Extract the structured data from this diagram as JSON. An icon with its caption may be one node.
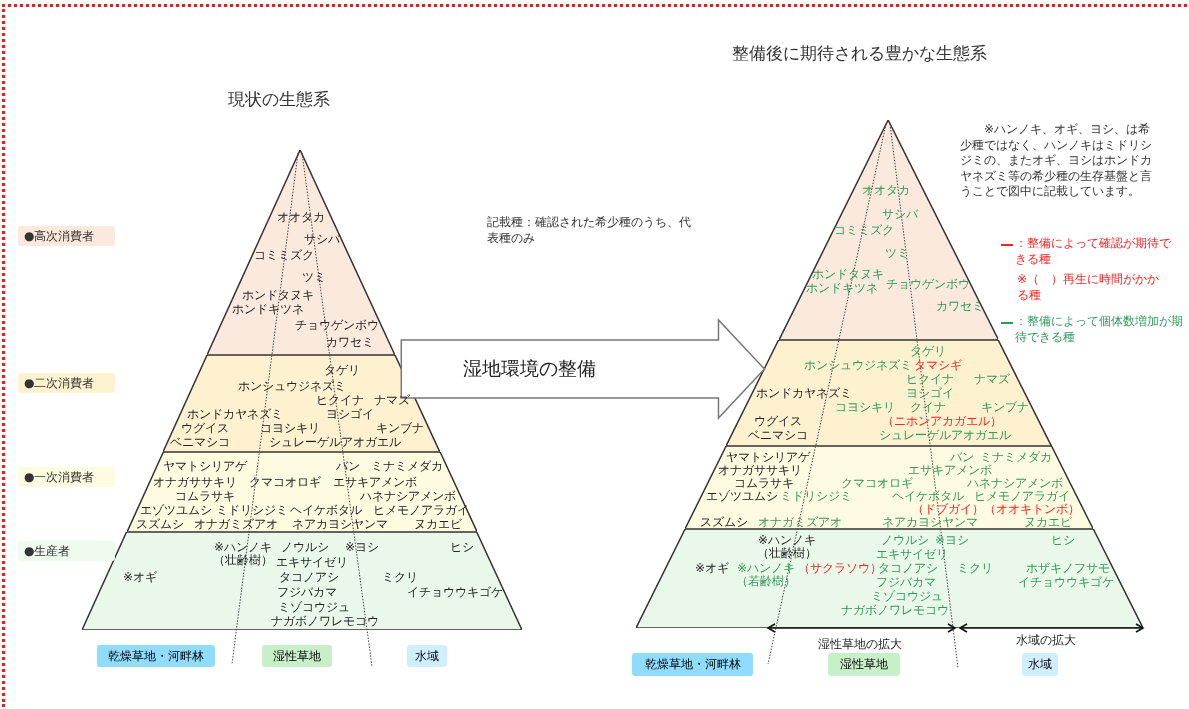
{
  "diagram": {
    "nodes": [
      {
        "text": [
          "●高次消費者"
        ]
      },
      {
        "text": [
          "●二次消費者"
        ]
      },
      {
        "text": [
          "●一次消費者"
        ]
      },
      {
        "text": [
          "●生産者"
        ]
      },
      {
        "text": [
          "オオタカ",
          "サシバ",
          "コミミズク",
          "ツミ",
          "ホンドタヌキ",
          "ホンドキツネ",
          "チョウゲンボウ",
          "カワセミ"
        ]
      },
      {
        "text": [
          "タゲリ",
          "ホンシュウジネズミ",
          "ヒクイナ",
          "ナマズ",
          "ホンドカヤネズミ",
          "ヨシゴイ",
          "ウグイス",
          "コヨシキリ",
          "キンブナ",
          "ベニマシコ",
          "シュレーゲルアオガエル"
        ]
      },
      {
        "text": [
          "ヤマトシリアゲ",
          "バン",
          "ミナミメダカ",
          "オナガササキリ",
          "クマコオロギ",
          "エサキアメンボ",
          "コムラサキ",
          "ハネナシアメンボ",
          "エゾツユムシ",
          "ミドリシジミ",
          "ヘイケボタル",
          "ヒメモノアラガイ",
          "スズムシ",
          "オナガミズアオ",
          "ネアカヨシヤンマ",
          "ヌカエビ"
        ]
      },
      {
        "text": [
          "※ハンノキ（壮齢樹）",
          "ノウルシ",
          "※ヨシ",
          "ヒシ",
          "エキサイゼリ",
          "※オギ",
          "タコノアシ",
          "ミクリ",
          "フジバカマ",
          "イチョウウキゴケ",
          "ミゾコウジュ",
          "ナガボノワレモコウ"
        ]
      },
      {
        "text": [
          "乾燥草地・河畔林"
        ]
      },
      {
        "text": [
          "湿性草地"
        ]
      },
      {
        "text": [
          "水域"
        ]
      },
      {
        "text": [
          "オオタカ",
          "サシバ",
          "コミミズク",
          "ツミ",
          "ホンドタヌキ",
          "ホンドキツネ",
          "チョウゲンボウ",
          "カワセミ"
        ]
      },
      {
        "text": [
          "タゲリ",
          "ホンシュウジネズミ",
          "タマシギ",
          "ヒクイナ",
          "ナマズ",
          "ホンドカヤネズミ",
          "ヨシゴイ",
          "コヨシキリ",
          "クイナ",
          "キンブナ",
          "ウグイス",
          "（ニホンアカガエル）",
          "ベニマシコ",
          "シュレーゲルアオガエル"
        ]
      },
      {
        "text": [
          "ヤマトシリアゲ",
          "バン",
          "ミナミメダカ",
          "オナガササキリ",
          "エサキアメンボ",
          "コムラサキ",
          "クマコオロギ",
          "ハネナシアメンボ",
          "エゾツユムシ",
          "ミドリシジミ",
          "ヘイケボタル",
          "ヒメモノアラガイ",
          "（ドブガイ）",
          "（オオキトンボ）",
          "スズムシ",
          "オナガミズアオ",
          "ネアカヨシヤンマ",
          "ヌカエビ"
        ]
      },
      {
        "text": [
          "※ハンノキ（壮齢樹）",
          "ノウルシ",
          "※ヨシ",
          "ヒシ",
          "エキサイゼリ",
          "※オギ",
          "※ハンノキ（若齢樹）",
          "（サクラソウ）",
          "タコノアシ",
          "ミクリ",
          "ホザキノフサモ",
          "フジバカマ",
          "イチョウウキゴケ",
          "ミゾコウジュ",
          "ナガボノワレモコウ"
        ]
      },
      {
        "text": [
          "乾燥草地・河畔林"
        ]
      },
      {
        "text": [
          "湿性草地"
        ]
      },
      {
        "text": [
          "水域"
        ]
      }
    ],
    "edges": [
      {
        "from": 5,
        "to": 12,
        "arrow": "to",
        "label": "湿地環境の整備"
      }
    ],
    "labels": [
      "現状の生態系",
      "記載種：確認された希少種のうち、代表種のみ",
      "整備後に期待される豊かな生態系",
      "※ハンノキ、オギ、ヨシ、は希少種ではなく、ハンノキはミドリシジミの、またオギ、ヨシはホンドカヤネズミ等の希少種の生存基盤と言うことで図中に記載しています。",
      "※（　）再生に時間がかかる種",
      "湿性草地の拡大",
      "水域の拡大"
    ],
    "legend": [
      {
        "text": "：整備によって確認が期待できる種",
        "color": "#ff2020"
      },
      {
        "text": "：整備によって個体数増加が期待できる種",
        "color": "#2e9a5a"
      }
    ]
  }
}
